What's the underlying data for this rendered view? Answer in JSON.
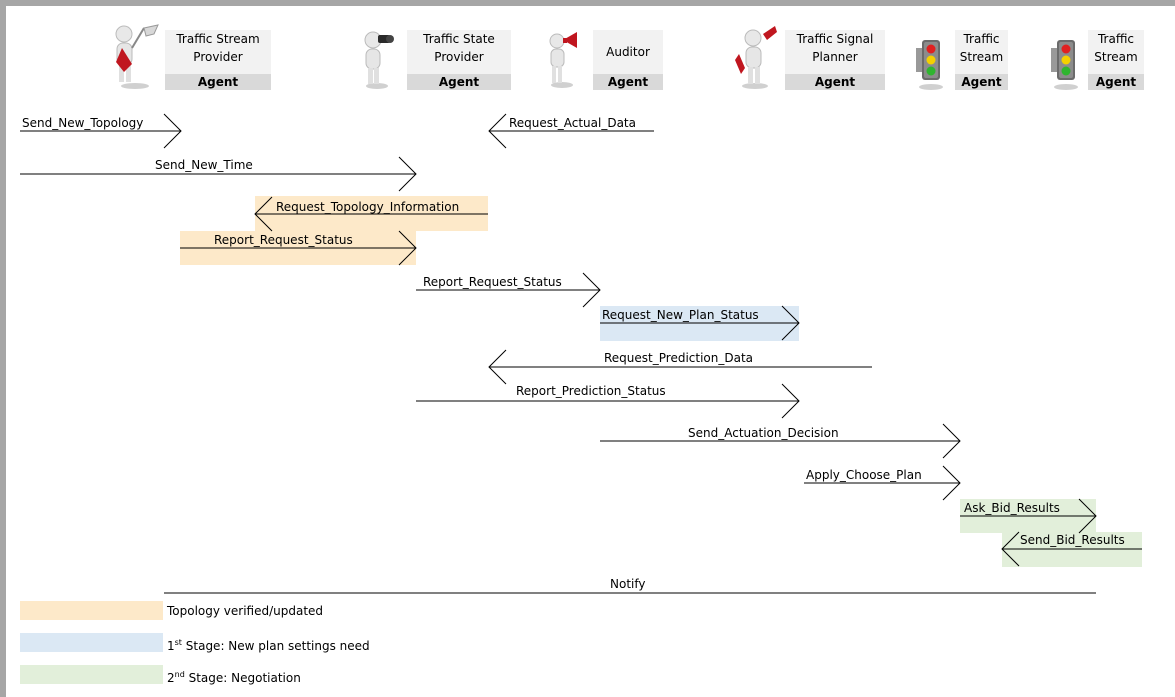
{
  "agents": [
    {
      "name_l1": "Traffic Stream",
      "name_l2": "Provider",
      "tag": "Agent",
      "icon": "figure-with-flag-icon"
    },
    {
      "name_l1": "Traffic State",
      "name_l2": "Provider",
      "tag": "Agent",
      "icon": "figure-with-binoculars-icon"
    },
    {
      "name_l1": "Auditor",
      "name_l2": "",
      "tag": "Agent",
      "icon": "figure-with-megaphone-icon"
    },
    {
      "name_l1": "Traffic Signal",
      "name_l2": "Planner",
      "tag": "Agent",
      "icon": "figure-with-wrench-icon"
    },
    {
      "name_l1": "Traffic",
      "name_l2": "Stream",
      "tag": "Agent",
      "icon": "traffic-light-icon"
    },
    {
      "name_l1": "Traffic",
      "name_l2": "Stream",
      "tag": "Agent",
      "icon": "traffic-light-icon"
    }
  ],
  "messages": [
    {
      "label": "Send_New_Topology",
      "direction": "right",
      "highlight": "none"
    },
    {
      "label": "Request_Actual_Data",
      "direction": "left",
      "highlight": "none"
    },
    {
      "label": "Send_New_Time",
      "direction": "right",
      "highlight": "none"
    },
    {
      "label": "Request_Topology_Information",
      "direction": "left",
      "highlight": "topology"
    },
    {
      "label": "Report_Request_Status",
      "direction": "right",
      "highlight": "topology"
    },
    {
      "label": "Report_Request_Status",
      "direction": "right",
      "highlight": "none"
    },
    {
      "label": "Request_New_Plan_Status",
      "direction": "right",
      "highlight": "stage1"
    },
    {
      "label": "Request_Prediction_Data",
      "direction": "left",
      "highlight": "none"
    },
    {
      "label": "Report_Prediction_Status",
      "direction": "right",
      "highlight": "none"
    },
    {
      "label": "Send_Actuation_Decision",
      "direction": "right",
      "highlight": "none"
    },
    {
      "label": "Apply_Choose_Plan",
      "direction": "right",
      "highlight": "none"
    },
    {
      "label": "Ask_Bid_Results",
      "direction": "right",
      "highlight": "stage2"
    },
    {
      "label": "Send_Bid_Results",
      "direction": "left",
      "highlight": "stage2"
    },
    {
      "label": "Notify",
      "direction": "none",
      "highlight": "none"
    }
  ],
  "legend": [
    {
      "key": "topology",
      "color": "#fde9c9",
      "sup": "",
      "text": "Topology verified/updated"
    },
    {
      "key": "stage1",
      "color": "#dbe8f4",
      "sup_prefix": "1",
      "sup": "st",
      "text": " Stage: New plan settings need"
    },
    {
      "key": "stage2",
      "color": "#e2efda",
      "sup_prefix": "2",
      "sup": "nd",
      "text": " Stage: Negotiation"
    }
  ],
  "colors": {
    "frame": "#a6a6a6",
    "agent_tag": "#d9d9d9",
    "agent_name": "#f2f2f2"
  }
}
